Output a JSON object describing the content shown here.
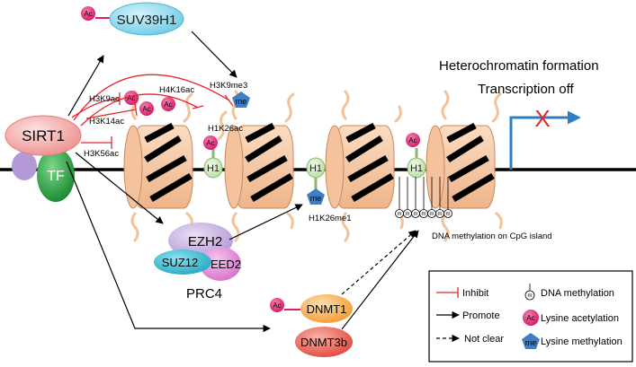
{
  "labels": {
    "sirt1": "SIRT1",
    "tf": "TF",
    "suv39h1": "SUV39H1",
    "ezh2": "EZH2",
    "suz12": "SUZ12",
    "eed2": "EED2",
    "prc4": "PRC4",
    "dnmt1": "DNMT1",
    "dnmt3b": "DNMT3b",
    "h1": "H1",
    "ac": "Ac",
    "me": "me",
    "m": "m",
    "h3k9ac": "H3K9ac",
    "h4k16ac": "H4K16ac",
    "h3k14ac": "H3K14ac",
    "h3k56ac": "H3K56ac",
    "h3k9me3": "H3K9me3",
    "h1k26ac": "H1K26ac",
    "h1k26me1": "H1K26me1",
    "dna_methylation_cpg": "DNA methylation on CpG island",
    "heterochromatin": "Heterochromatin formation",
    "transcription_off": "Transcription off",
    "x_mark": "X"
  },
  "legend": {
    "inhibit": "Inhibit",
    "promote": "Promote",
    "not_clear": "Not clear",
    "dna_methylation": "DNA methylation",
    "lysine_acetylation": "Lysine acetylation",
    "lysine_methylation": "Lysine methylation"
  },
  "colors": {
    "inhibit": "#e8242b",
    "acetyl": "#e6196e",
    "methyl": "#3f7fc4",
    "h1": "#cfe8b8",
    "nucleosome": "#f7c9a4",
    "suv39h1": "#7fd4ee",
    "sirt1": "#f4a6a6",
    "tf": "#2ea84a",
    "ezh2": "#c7b2e0",
    "suz12": "#3bbfd2",
    "eed2": "#e08ad6",
    "dnmt1": "#f5a13a",
    "dnmt3b": "#ea5a4d",
    "arrow_blue": "#2f7ec2"
  }
}
